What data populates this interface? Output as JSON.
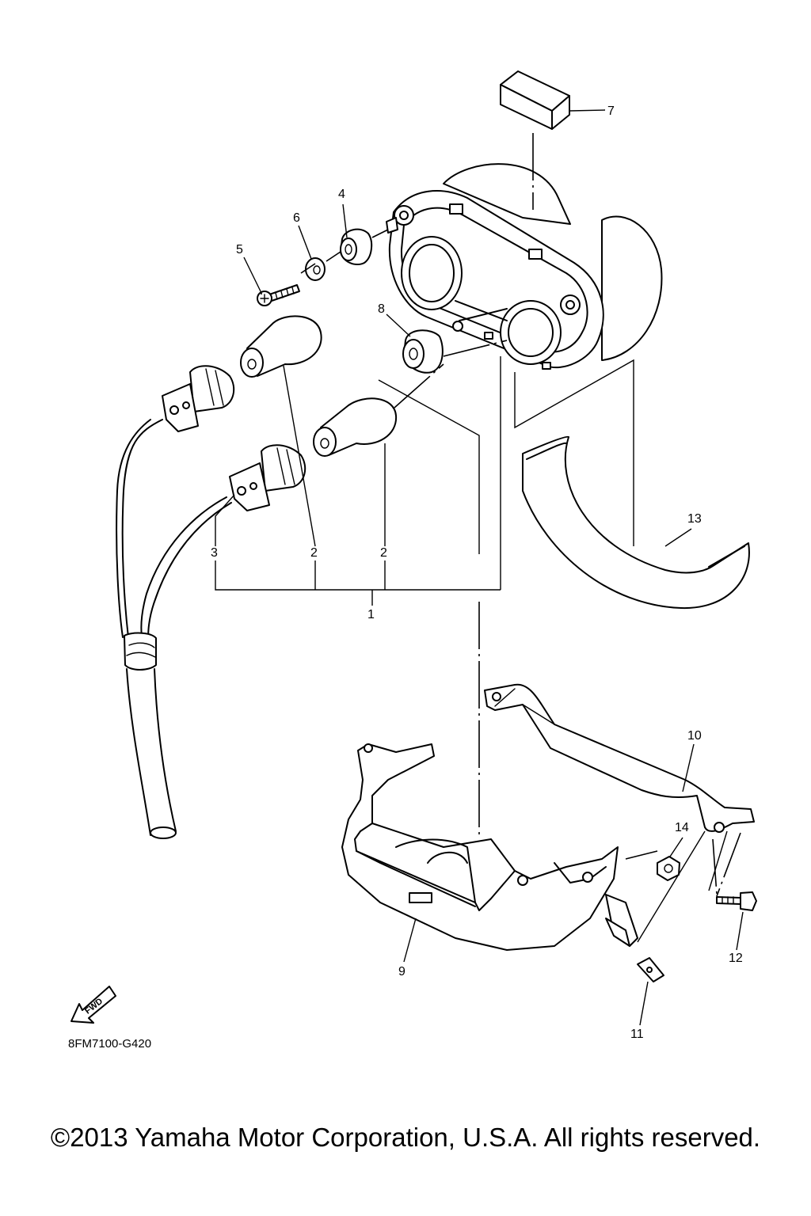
{
  "callouts": {
    "c1": "1",
    "c2a": "2",
    "c2b": "2",
    "c3": "3",
    "c4": "4",
    "c5": "5",
    "c6": "6",
    "c7": "7",
    "c8": "8",
    "c9": "9",
    "c10": "10",
    "c11": "11",
    "c12": "12",
    "c13": "13",
    "c14": "14"
  },
  "fwd_label": "FWD",
  "part_code": "8FM7100-G420",
  "copyright": "©2013 Yamaha Motor Corporation, U.S.A. All rights reserved."
}
